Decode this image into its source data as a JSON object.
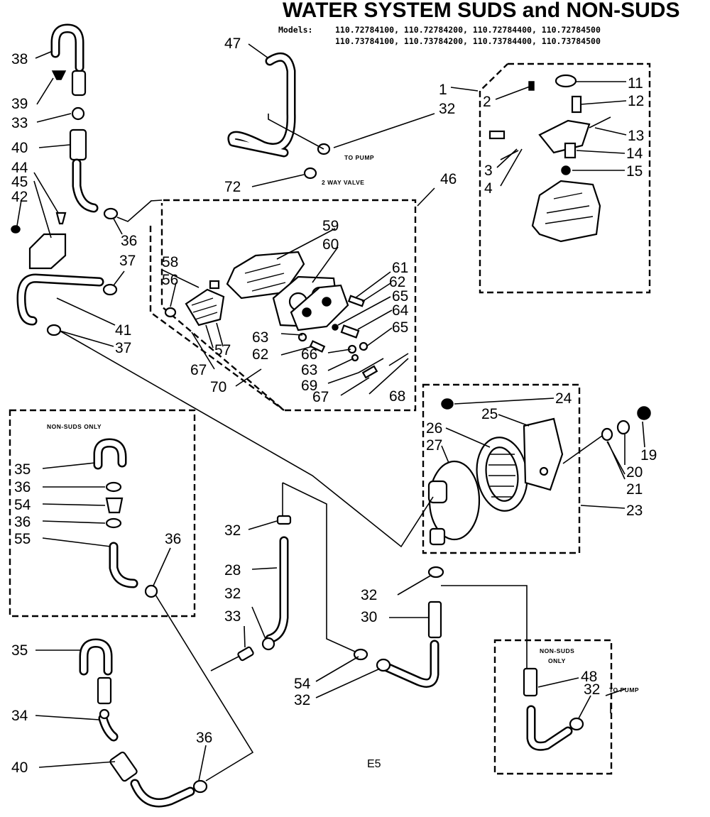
{
  "header": {
    "title": "WATER SYSTEM SUDS and NON-SUDS",
    "models_label": "Models:",
    "models_line1": "110.72784100, 110.72784200, 110.72784400, 110.72784500",
    "models_line2": "110.73784100, 110.73784200, 110.73784400, 110.73784500"
  },
  "annotations": {
    "to_pump_1": "TO PUMP",
    "two_way_valve": "2 WAY VALVE",
    "non_suds_only_1": "NON-SUDS ONLY",
    "non_suds_only_2a": "NON-SUDS",
    "non_suds_only_2b": "ONLY",
    "to_pump_2": "TO PUMP",
    "page_code": "E5"
  },
  "callouts": {
    "c38": "38",
    "c39": "39",
    "c33a": "33",
    "c40a": "40",
    "c44": "44",
    "c45": "45",
    "c42": "42",
    "c36a": "36",
    "c37a": "37",
    "c41": "41",
    "c37b": "37",
    "c47": "47",
    "c32a": "32",
    "c72": "72",
    "c46": "46",
    "c59": "59",
    "c60": "60",
    "c58": "58",
    "c56": "56",
    "c61": "61",
    "c62a": "62",
    "c65a": "65",
    "c64": "64",
    "c65b": "65",
    "c63a": "63",
    "c62b": "62",
    "c66": "66",
    "c63b": "63",
    "c69": "69",
    "c67a": "67",
    "c68": "68",
    "c57": "57",
    "c67b": "67",
    "c70": "70",
    "c1": "1",
    "c2": "2",
    "c11": "11",
    "c12": "12",
    "c13": "13",
    "c14": "14",
    "c3": "3",
    "c4": "4",
    "c15": "15",
    "c24": "24",
    "c25": "25",
    "c26": "26",
    "c27": "27",
    "c19": "19",
    "c20": "20",
    "c21": "21",
    "c23": "23",
    "c35a": "35",
    "c36b": "36",
    "c54a": "54",
    "c36c": "36",
    "c55": "55",
    "c36d": "36",
    "c32b": "32",
    "c28": "28",
    "c32c": "32",
    "c33b": "33",
    "c32d": "32",
    "c30": "30",
    "c54b": "54",
    "c32e": "32",
    "c48": "48",
    "c32f": "32",
    "c35b": "35",
    "c34": "34",
    "c40b": "40",
    "c36e": "36"
  }
}
